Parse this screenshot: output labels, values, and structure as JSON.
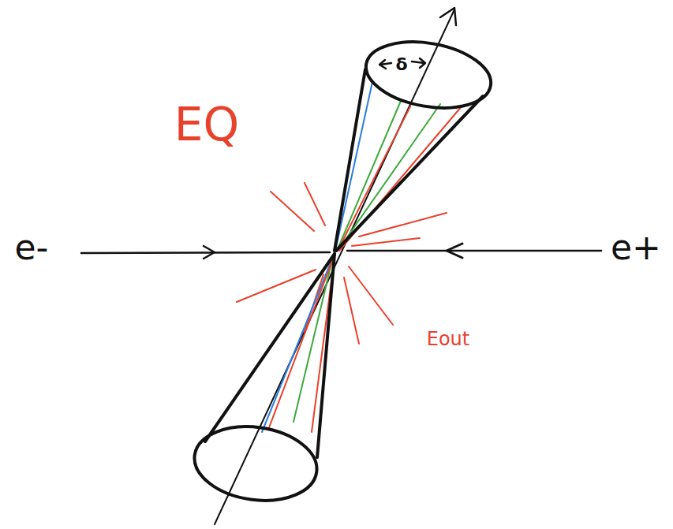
{
  "diagram": {
    "labels": [
      "EQ",
      "δ",
      "e-",
      "e+",
      "Eout"
    ]
  }
}
